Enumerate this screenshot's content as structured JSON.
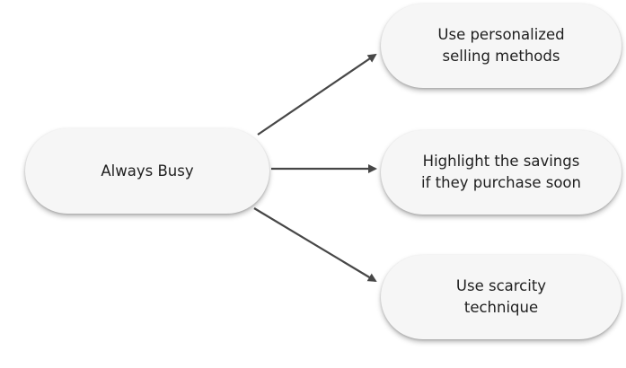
{
  "diagram": {
    "source": {
      "label": "Always Busy"
    },
    "targets": [
      {
        "label": "Use personalized\nselling methods"
      },
      {
        "label": "Highlight the savings\nif they purchase soon"
      },
      {
        "label": "Use scarcity\ntechnique"
      }
    ],
    "colors": {
      "node_fill": "#f6f6f6",
      "arrow": "#474747",
      "text": "#1f1f1f"
    }
  }
}
